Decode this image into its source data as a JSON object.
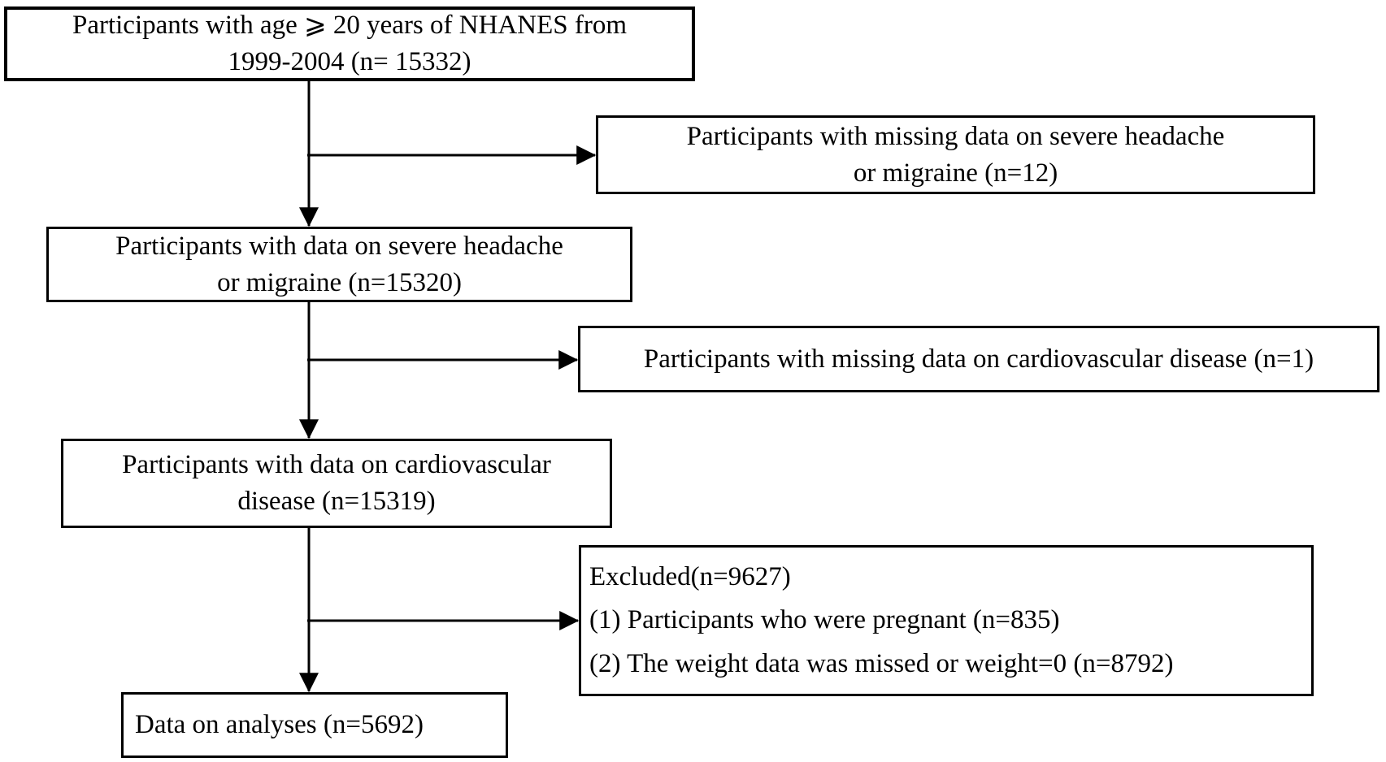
{
  "diagram": {
    "type": "flowchart",
    "description": "NHANES participant selection / exclusion flow diagram",
    "colors": {
      "background": "#ffffff",
      "box_border": "#000000",
      "text": "#000000",
      "arrow": "#000000"
    },
    "nodes": {
      "top": {
        "line1": "Participants with age ⩾ 20 years of NHANES from",
        "line2": "1999-2004 (n= 15332)"
      },
      "excl1": {
        "line1": "Participants with missing data on severe headache",
        "line2": "or migraine (n=12)"
      },
      "step2": {
        "line1": "Participants with data on severe headache",
        "line2": "or migraine (n=15320)"
      },
      "excl2": {
        "line1": "Participants with missing data on cardiovascular disease (n=1)"
      },
      "step3": {
        "line1": "Participants with data on cardiovascular",
        "line2": "disease (n=15319)"
      },
      "excl3": {
        "line1": "Excluded(n=9627)",
        "line2": "(1) Participants who were pregnant (n=835)",
        "line3": "(2) The weight data was missed or weight=0 (n=8792)"
      },
      "final": {
        "line1": "Data on analyses (n=5692)"
      }
    },
    "edges": [
      {
        "from": "top",
        "to": "step2",
        "style": "arrow-down"
      },
      {
        "from": "top",
        "to": "excl1",
        "style": "arrow-right-branch"
      },
      {
        "from": "step2",
        "to": "step3",
        "style": "arrow-down"
      },
      {
        "from": "step2",
        "to": "excl2",
        "style": "arrow-right-branch"
      },
      {
        "from": "step3",
        "to": "final",
        "style": "arrow-down"
      },
      {
        "from": "step3",
        "to": "excl3",
        "style": "arrow-right-branch"
      }
    ]
  }
}
